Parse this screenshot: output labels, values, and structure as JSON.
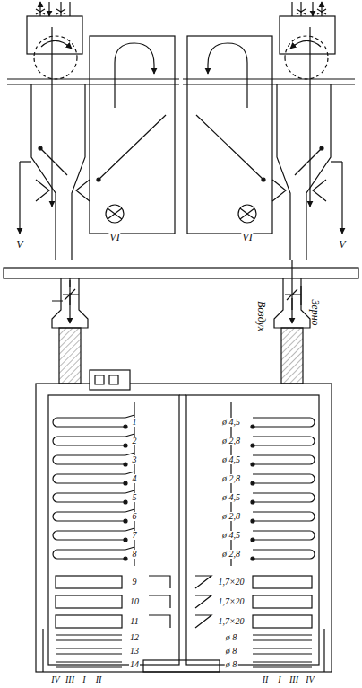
{
  "diagram": {
    "labels": [
      "V",
      "VI",
      "VI",
      "V",
      "Воздух",
      "Зерно",
      "1",
      "2",
      "3",
      "4",
      "5",
      "6",
      "7",
      "8",
      "9",
      "10",
      "11",
      "12",
      "13",
      "14",
      "ø 4,5",
      "ø 2,8",
      "ø 4,5",
      "ø 2,8",
      "ø 4,5",
      "ø 2,8",
      "ø 4,5",
      "ø 2,8",
      "1,7×20",
      "1,7×20",
      "1,7×20",
      "ø 8",
      "ø 8",
      "ø 8",
      "IV",
      "III",
      "I",
      "II",
      "II",
      "I",
      "III",
      "IV"
    ]
  }
}
